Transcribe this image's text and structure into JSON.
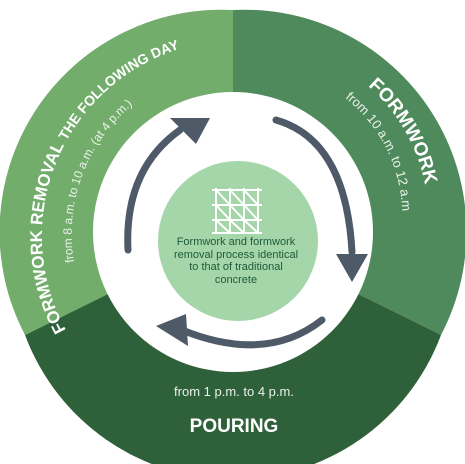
{
  "segments": {
    "formwork": {
      "title": "FORMWORK",
      "time": "from 10 a.m. to 12 a.m"
    },
    "pouring": {
      "title": "POURING",
      "time": "from 1 p.m. to 4 p.m."
    },
    "removal": {
      "title": "FORMWORK REMOVAL",
      "title_suffix": "THE FOLLOWING DAY",
      "time": "from 8 a.m. to 10 a.m. (at 4 p.m.)"
    }
  },
  "center": {
    "text": "Formwork and formwork removal process identical to that of traditional concrete",
    "icon": "scaffolding-icon"
  },
  "colors": {
    "formwork": "#4f8a5c",
    "pouring": "#2e6039",
    "removal": "#73ad6c",
    "inner_ring": "#ffffff",
    "center": "#a5d6aa",
    "arrow": "#4e5a68"
  }
}
